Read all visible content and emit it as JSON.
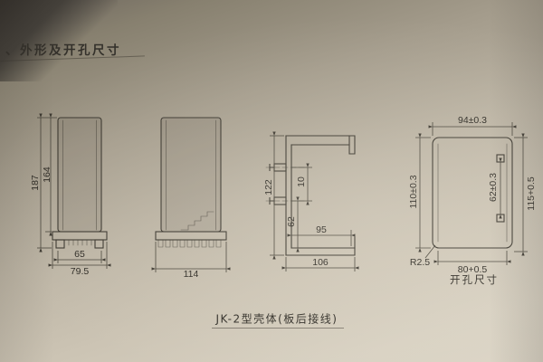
{
  "page": {
    "heading": "、外形及开孔尺寸",
    "caption": "JK-2型壳体(板后接线)"
  },
  "front_view": {
    "total_height": "187",
    "case_height": "164",
    "inner_width": "65",
    "outer_width": "79.5"
  },
  "side_view": {
    "width": "114"
  },
  "section_view": {
    "height": "122",
    "upper_gap": "10",
    "lower_gap": "62",
    "inner_width": "95",
    "outer_width": "106"
  },
  "cutout_view": {
    "title": "开孔尺寸",
    "top_width": "94±0.3",
    "hole_spacing": "62±0.3",
    "left_height": "110±0.3",
    "right_height": "115+0.5",
    "bottom_width": "80+0.5",
    "corner_radius": "R2.5"
  }
}
